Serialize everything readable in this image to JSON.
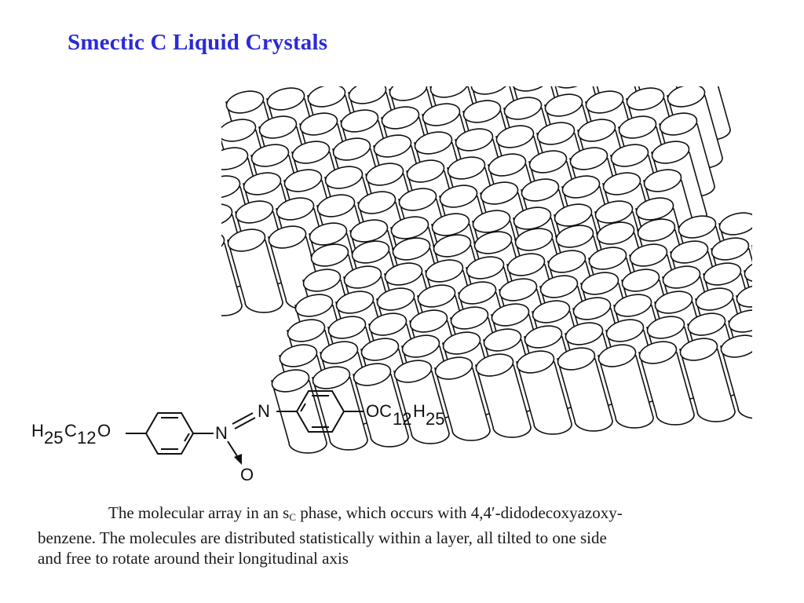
{
  "slide": {
    "title": "Smectic C Liquid Crystals"
  },
  "molecule": {
    "left_group": {
      "H": "H",
      "h_count": "25",
      "C": "C",
      "c_count": "12",
      "O": "O"
    },
    "azo_n1": "N",
    "azo_n2": "N",
    "oxide_o": "O",
    "right_group": {
      "O": "OC",
      "c_count": "12",
      "H": "H",
      "h_count": "25"
    }
  },
  "caption": {
    "line1_a": "The molecular array in an s",
    "line1_sub": "C",
    "line1_b": " phase, which occurs with 4,4′-didodecoxyazoxy-",
    "line2": "benzene. The molecules are distributed statistically within a layer, all tilted to one side",
    "line3": "and free to rotate around their longitudinal axis"
  },
  "colors": {
    "title": "#2b2bd6",
    "ink": "#111111",
    "background": "#ffffff"
  }
}
